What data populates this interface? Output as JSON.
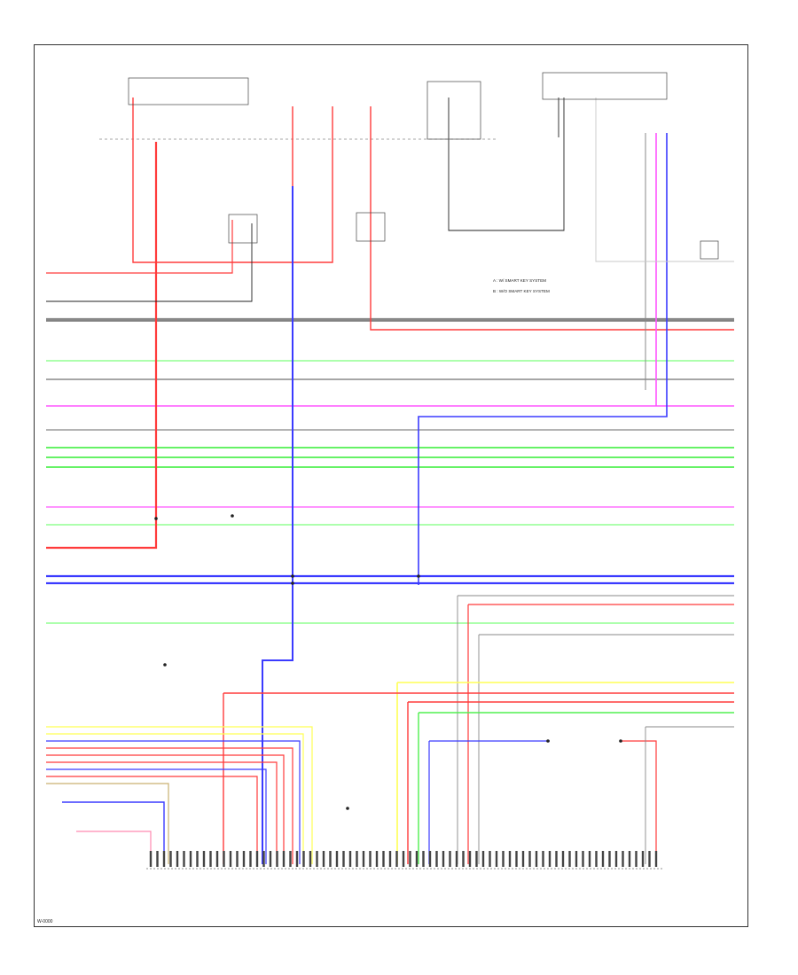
{
  "footer_code": "W-0000",
  "legend": {
    "items": [
      "A : W/ SMART KEY SYSTEM",
      "B : W/O SMART KEY SYSTEM"
    ]
  },
  "colors": {
    "red": "#ff3b3b",
    "pink": "#ff8ab0",
    "magenta": "#ff55ff",
    "blue": "#3b3bff",
    "green": "#7cff7c",
    "lime": "#50f050",
    "yellow": "#ffff55",
    "olive": "#c9b070",
    "gray": "#888888",
    "black": "#222222",
    "lightgray": "#c8c8c8"
  }
}
